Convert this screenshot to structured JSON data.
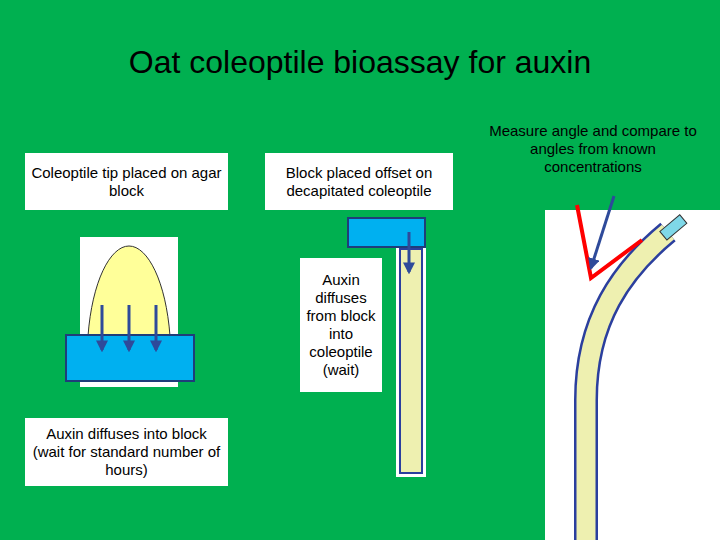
{
  "diagram": {
    "title": "Oat coleoptile bioassay for auxin",
    "nodes": [
      {
        "text": [
          "Coleoptile tip placed on agar block"
        ]
      },
      {
        "text": [
          "Block placed offset on decapitated coleoptile"
        ]
      },
      {
        "text": [
          "Auxin diffuses from block into coleoptile (wait)"
        ]
      },
      {
        "text": [
          "Auxin diffuses into block (wait for standard number of hours)"
        ]
      }
    ],
    "labels": [
      "Measure angle and compare to angles from known concentrations"
    ]
  }
}
